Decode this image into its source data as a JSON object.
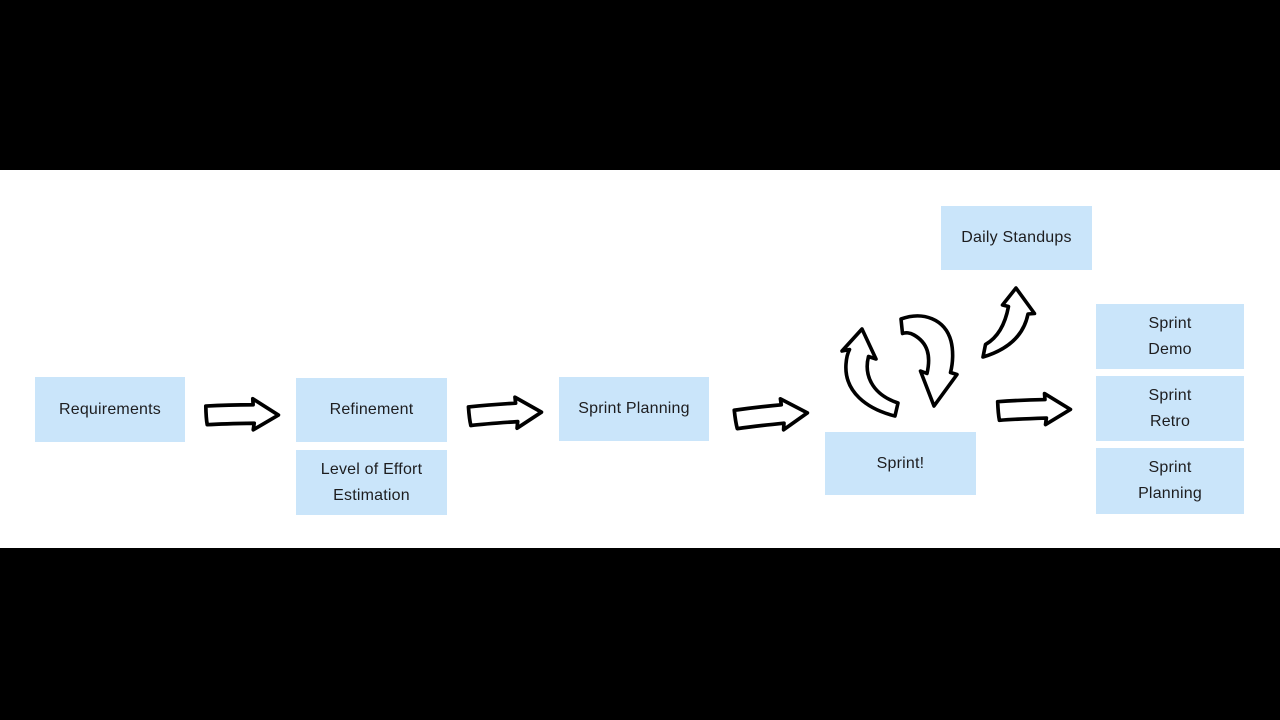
{
  "colors": {
    "letterbox": "#000000",
    "canvas": "#ffffff",
    "node_fill": "#cae5fa",
    "node_text": "#1d1d1f",
    "arrow_stroke": "#000000",
    "arrow_fill": "#ffffff"
  },
  "nodes": [
    {
      "id": "requirements",
      "lines": [
        "Requirements"
      ]
    },
    {
      "id": "refinement",
      "lines": [
        "Refinement"
      ]
    },
    {
      "id": "level-of-effort-estimation",
      "lines": [
        "Level of Effort",
        "Estimation"
      ]
    },
    {
      "id": "sprint-planning",
      "lines": [
        "Sprint Planning"
      ]
    },
    {
      "id": "sprint",
      "lines": [
        "Sprint!"
      ]
    },
    {
      "id": "daily-standups",
      "lines": [
        "Daily Standups"
      ]
    },
    {
      "id": "sprint-demo",
      "lines": [
        "Sprint",
        "Demo"
      ]
    },
    {
      "id": "sprint-retro",
      "lines": [
        "Sprint",
        "Retro"
      ]
    },
    {
      "id": "sprint-planning-repeat",
      "lines": [
        "Sprint",
        "Planning"
      ]
    }
  ],
  "icons": {
    "flow_arrows": [
      "right-block-arrow-icon",
      "right-block-arrow-icon",
      "right-block-arrow-icon",
      "right-block-arrow-icon"
    ],
    "cycle": [
      "cycle-arrow-left-icon",
      "cycle-arrow-right-icon"
    ],
    "standup_link": "curved-up-arrow-icon"
  }
}
